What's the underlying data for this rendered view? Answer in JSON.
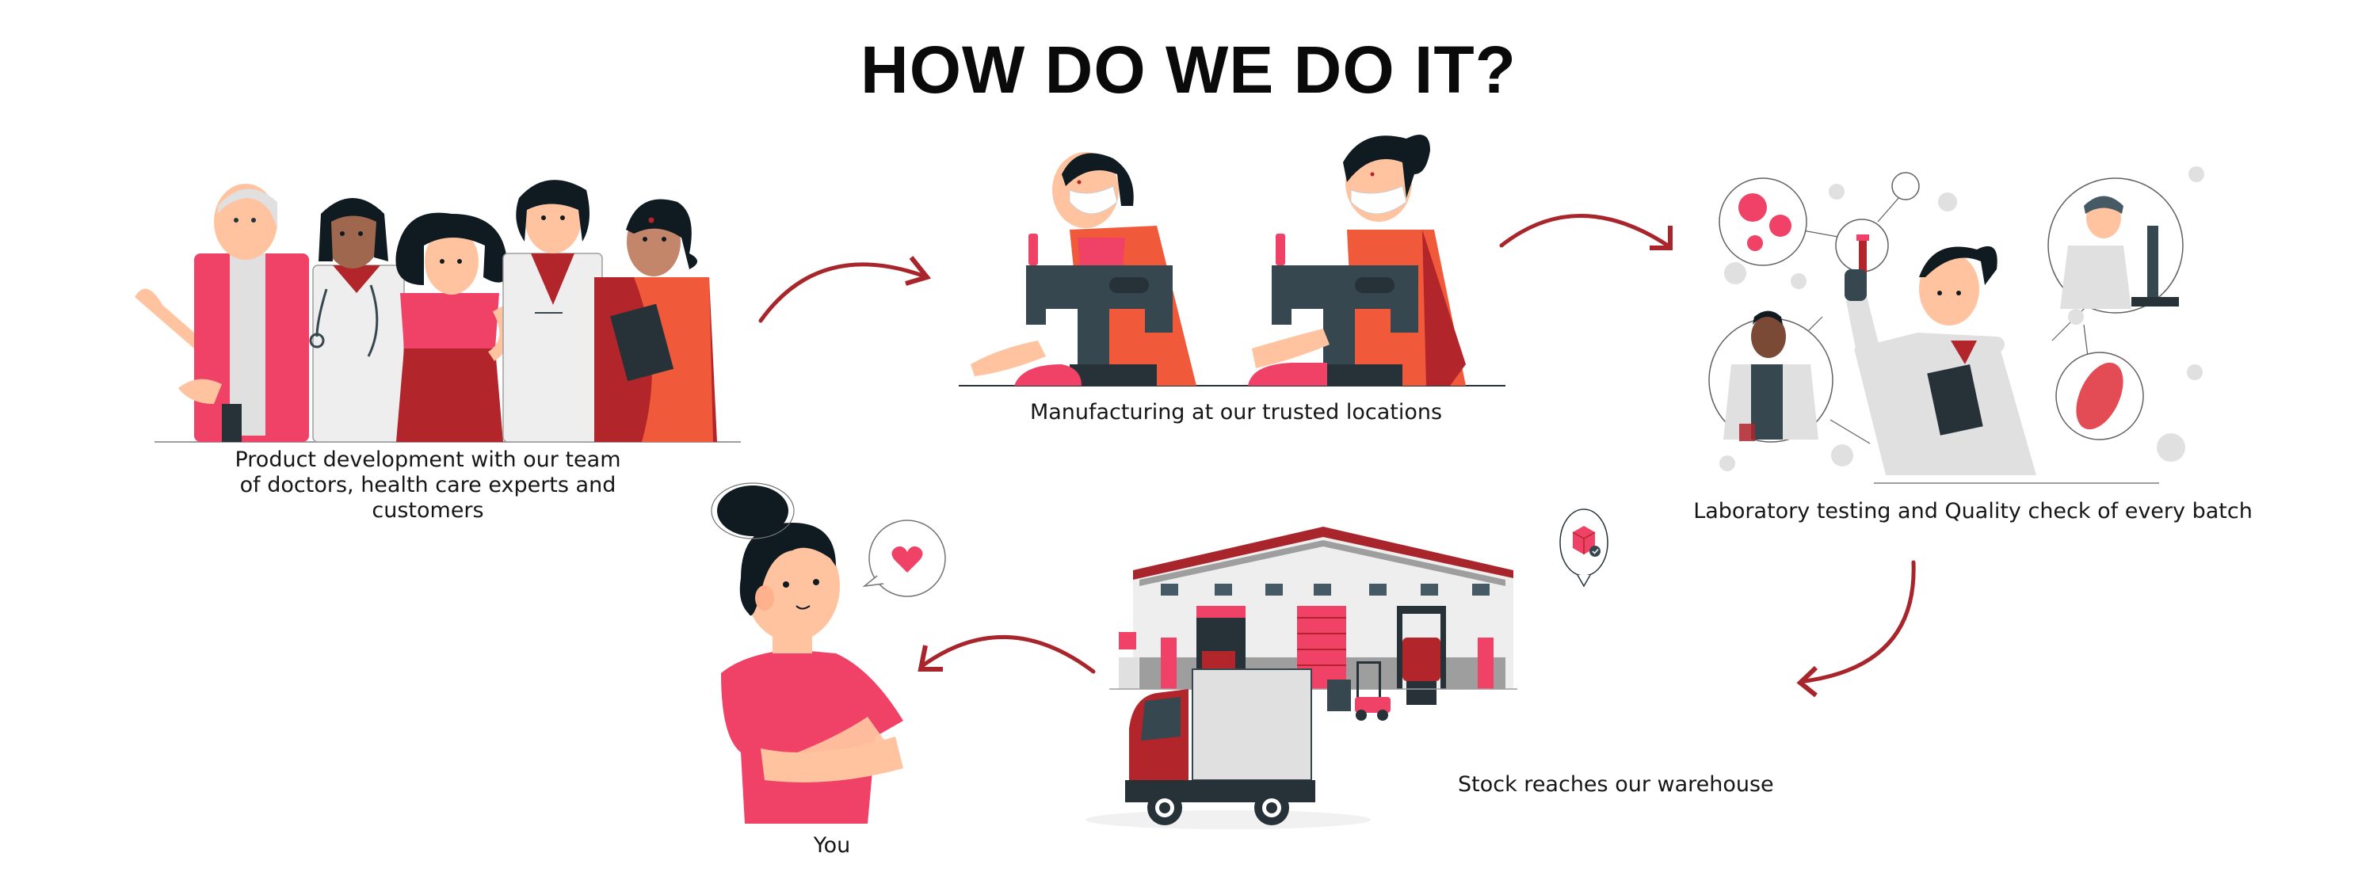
{
  "page": {
    "title": "HOW DO WE DO IT?"
  },
  "steps": [
    {
      "id": "product-development",
      "caption_line1": "Product development with our team",
      "caption_line2": "of doctors, health care experts and customers",
      "illustration": "team-of-doctors-and-customers"
    },
    {
      "id": "manufacturing",
      "caption": "Manufacturing at our trusted locations",
      "illustration": "women-at-sewing-machines"
    },
    {
      "id": "lab-testing",
      "caption": "Laboratory testing and Quality check of every batch",
      "illustration": "lab-scientists-with-test-tube-microscope"
    },
    {
      "id": "warehouse",
      "caption": "Stock reaches our warehouse",
      "illustration": "warehouse-truck-forklift"
    },
    {
      "id": "you",
      "caption": "You",
      "illustration": "woman-with-heart-speech-bubble"
    }
  ],
  "arrows": [
    {
      "from": "product-development",
      "to": "manufacturing",
      "direction": "right"
    },
    {
      "from": "manufacturing",
      "to": "lab-testing",
      "direction": "right"
    },
    {
      "from": "lab-testing",
      "to": "warehouse",
      "direction": "down-left"
    },
    {
      "from": "warehouse",
      "to": "you",
      "direction": "left"
    }
  ],
  "colors": {
    "arrow": "#a8262b",
    "pink": "#ef4266",
    "red": "#b1252b",
    "orange": "#f05a3a",
    "dark": "#263238",
    "slate": "#37474f",
    "gray": "#e0e0e0",
    "skin": "#ffc3a0"
  },
  "icons": {
    "heart": "heart-icon",
    "box_check": "box-check-icon"
  }
}
